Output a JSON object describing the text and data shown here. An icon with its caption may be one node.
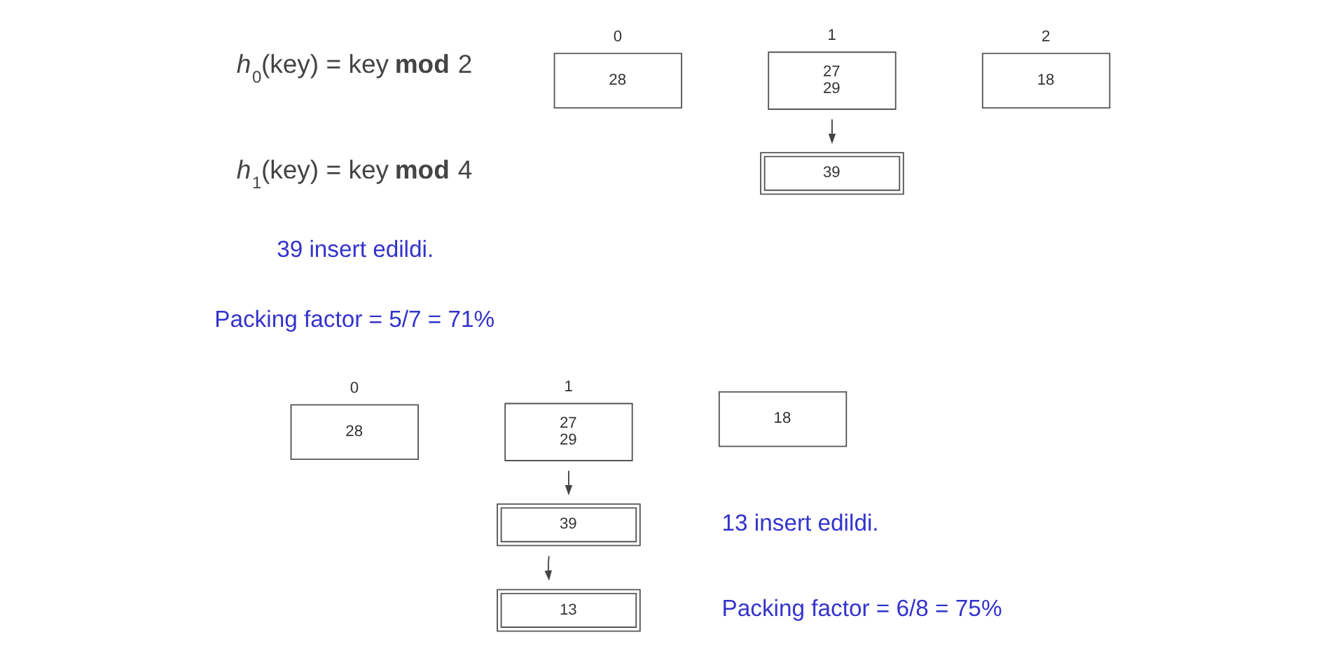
{
  "diagram": {
    "nodes": [
      {
        "text": [
          "28"
        ],
        "beside": [
          "0"
        ]
      },
      {
        "text": [
          "27",
          "29"
        ],
        "beside": [
          "1"
        ]
      },
      {
        "text": [
          "39"
        ]
      },
      {
        "text": [
          "18"
        ],
        "beside": [
          "2"
        ]
      },
      {
        "text": [
          "28"
        ],
        "beside": [
          "0"
        ]
      },
      {
        "text": [
          "27",
          "29"
        ],
        "beside": [
          "1"
        ]
      },
      {
        "text": [
          "39"
        ]
      },
      {
        "text": [
          "13"
        ]
      },
      {
        "text": [
          "18"
        ]
      }
    ],
    "edges": [
      {
        "from": 1,
        "to": 2,
        "arrow": "to"
      },
      {
        "from": 5,
        "to": 6,
        "arrow": "to"
      },
      {
        "from": 6,
        "to": 7,
        "arrow": "to"
      }
    ],
    "labels": [
      "*h*$_{0}$(key) = key **mod** 2",
      "*h*$_{1}$(key) = key **mod** 4",
      "39 insert edildi.",
      "Packing factor = 5/7 = 71%",
      "13 insert edildi.",
      "Packing factor = 6/8 = 75%"
    ]
  }
}
